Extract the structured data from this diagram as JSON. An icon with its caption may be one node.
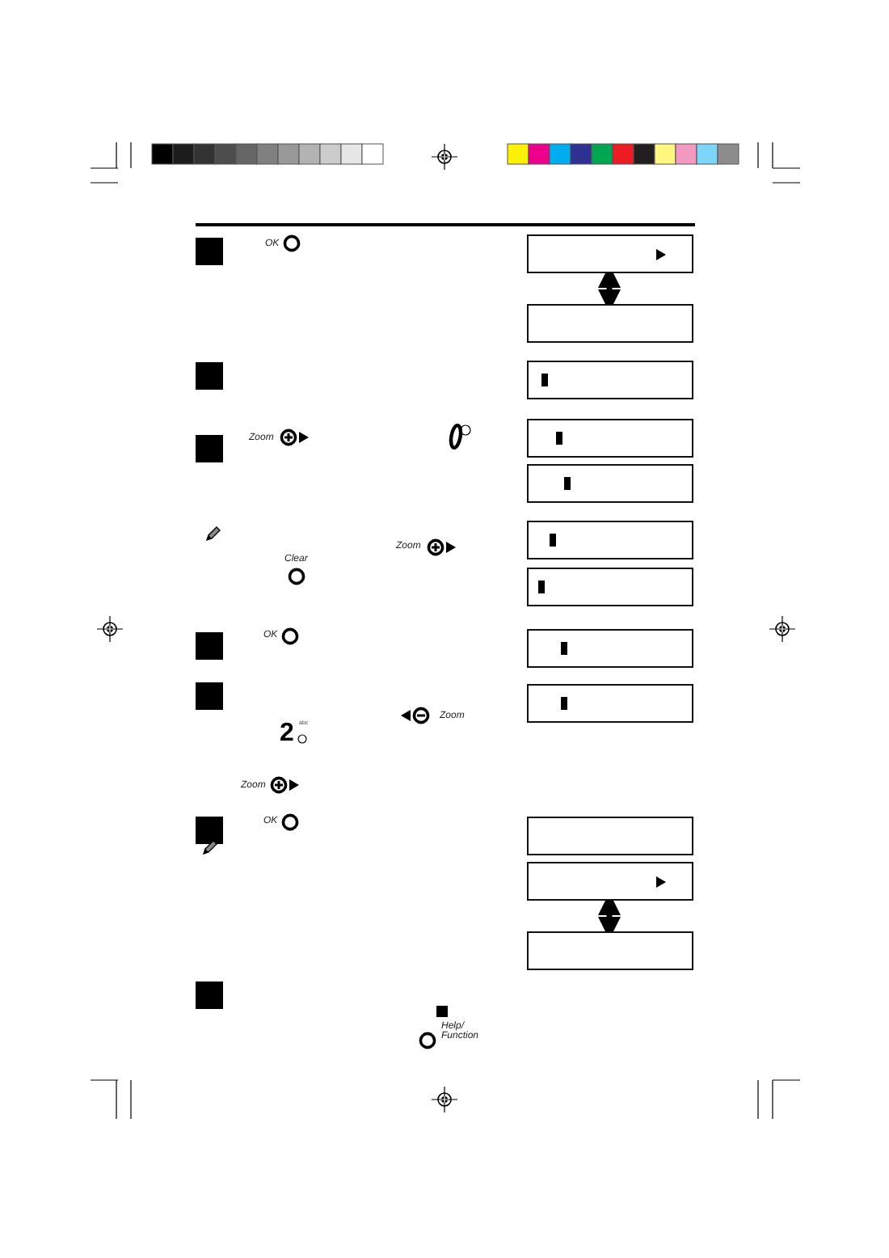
{
  "diagram": {
    "nodes": [
      {
        "text": [],
        "shape": "box"
      },
      {
        "text": [],
        "shape": "box"
      },
      {
        "text": [],
        "shape": "box"
      },
      {
        "text": [],
        "shape": "box"
      },
      {
        "text": [],
        "shape": "box"
      },
      {
        "text": [],
        "shape": "box"
      },
      {
        "text": [],
        "shape": "box"
      },
      {
        "text": [],
        "shape": "box"
      },
      {
        "text": [],
        "shape": "box"
      },
      {
        "text": [],
        "shape": "box"
      },
      {
        "text": [],
        "shape": "box"
      },
      {
        "text": [],
        "shape": "box"
      }
    ],
    "edges": [
      {
        "from": 0,
        "to": 1,
        "arrow": "both"
      },
      {
        "from": 10,
        "to": 11,
        "arrow": "both"
      }
    ],
    "labels": [
      "OK",
      "Zoom",
      "Zoom",
      "Clear",
      "OK",
      "2",
      "abc",
      "Zoom",
      "Zoom",
      "OK",
      "Help/ Function"
    ]
  }
}
